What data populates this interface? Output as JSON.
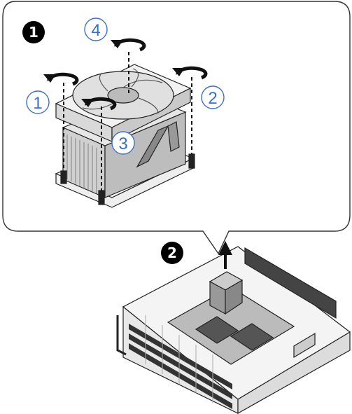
{
  "steps": {
    "step1": {
      "label": "1"
    },
    "step2": {
      "label": "2"
    }
  },
  "screw_order": {
    "n1": "1",
    "n2": "2",
    "n3": "3",
    "n4": "4"
  },
  "colors": {
    "step_badge": "#000000",
    "step_text": "#ffffff",
    "sequence": "#3a6fc4",
    "line": "#222222",
    "callout_border": "#333333"
  },
  "icons": {
    "rotate": "counterclockwise-rotate-icon",
    "lift": "up-arrow-icon"
  }
}
